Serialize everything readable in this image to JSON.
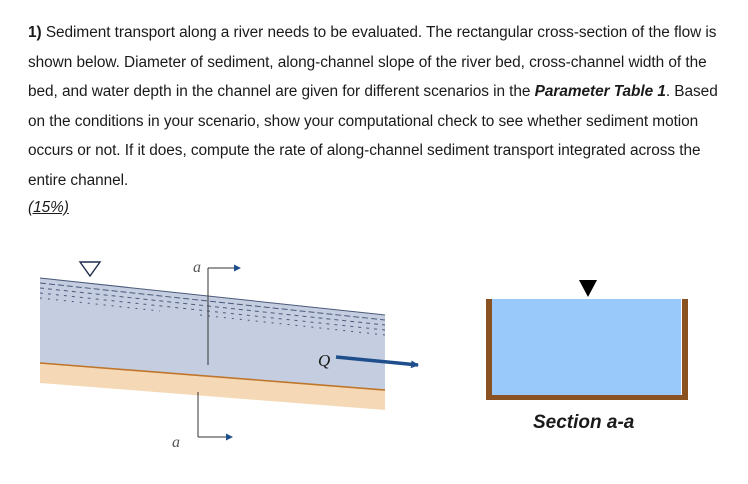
{
  "problem": {
    "number": "1)",
    "text_part1": " Sediment transport along a river needs to be evaluated. The rectangular cross-section of the flow is shown below. Diameter of sediment, along-channel slope of the river bed, cross-channel width of the bed, and water depth in the channel are given for different scenarios in the ",
    "table_ref": "Parameter Table 1",
    "text_part2": ". Based on the conditions in your scenario, show your computational check to see whether sediment motion occurs or not. If it does, compute the rate of along-channel sediment transport integrated across the entire channel.",
    "weight": "(15%)"
  },
  "figure": {
    "section_top_label": "a",
    "section_bottom_label": "a",
    "flow_label": "Q",
    "cross_section_label": "Section a-a",
    "colors": {
      "water_side": "#c5cde0",
      "water_cross": "#99c9fb",
      "bed_side": "#f5d9b6",
      "bed_line": "#c0762a",
      "walls": "#8b5221",
      "flow_arrow": "#1f4e8c",
      "section_line": "#333333"
    }
  }
}
